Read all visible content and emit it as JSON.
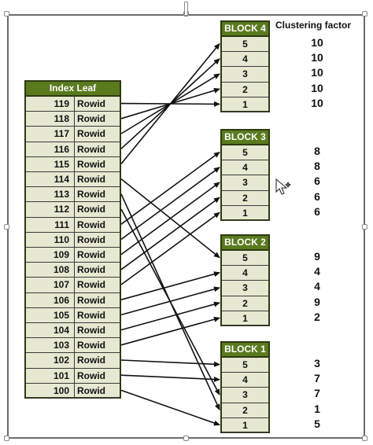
{
  "index_leaf": {
    "title": "Index Leaf",
    "entries": [
      {
        "key": "119",
        "val": "Rowid"
      },
      {
        "key": "118",
        "val": "Rowid"
      },
      {
        "key": "117",
        "val": "Rowid"
      },
      {
        "key": "116",
        "val": "Rowid"
      },
      {
        "key": "115",
        "val": "Rowid"
      },
      {
        "key": "114",
        "val": "Rowid"
      },
      {
        "key": "113",
        "val": "Rowid"
      },
      {
        "key": "112",
        "val": "Rowid"
      },
      {
        "key": "111",
        "val": "Rowid"
      },
      {
        "key": "110",
        "val": "Rowid"
      },
      {
        "key": "109",
        "val": "Rowid"
      },
      {
        "key": "108",
        "val": "Rowid"
      },
      {
        "key": "107",
        "val": "Rowid"
      },
      {
        "key": "106",
        "val": "Rowid"
      },
      {
        "key": "105",
        "val": "Rowid"
      },
      {
        "key": "104",
        "val": "Rowid"
      },
      {
        "key": "103",
        "val": "Rowid"
      },
      {
        "key": "102",
        "val": "Rowid"
      },
      {
        "key": "101",
        "val": "Rowid"
      },
      {
        "key": "100",
        "val": "Rowid"
      }
    ]
  },
  "clustering_factor_title": "Clustering factor",
  "blocks": [
    {
      "title": "BLOCK 4",
      "rows": [
        "5",
        "4",
        "3",
        "2",
        "1"
      ],
      "clustering_factors": [
        "10",
        "10",
        "10",
        "10",
        "10"
      ]
    },
    {
      "title": "BLOCK 3",
      "rows": [
        "5",
        "4",
        "3",
        "2",
        "1"
      ],
      "clustering_factors": [
        "8",
        "8",
        "6",
        "6",
        "6"
      ]
    },
    {
      "title": "BLOCK 2",
      "rows": [
        "5",
        "4",
        "3",
        "2",
        "1"
      ],
      "clustering_factors": [
        "9",
        "4",
        "4",
        "9",
        "2"
      ]
    },
    {
      "title": "BLOCK 1",
      "rows": [
        "5",
        "4",
        "3",
        "2",
        "1"
      ],
      "clustering_factors": [
        "3",
        "7",
        "7",
        "1",
        "5"
      ]
    }
  ],
  "arrows": [
    {
      "from": "119",
      "to_block": "BLOCK 4",
      "to_row": "1"
    },
    {
      "from": "118",
      "to_block": "BLOCK 4",
      "to_row": "2"
    },
    {
      "from": "117",
      "to_block": "BLOCK 4",
      "to_row": "3"
    },
    {
      "from": "116",
      "to_block": "BLOCK 4",
      "to_row": "4"
    },
    {
      "from": "115",
      "to_block": "BLOCK 4",
      "to_row": "5"
    },
    {
      "from": "114",
      "to_block": "BLOCK 2",
      "to_row": "5"
    },
    {
      "from": "113",
      "to_block": "BLOCK 1",
      "to_row": "2"
    },
    {
      "from": "112",
      "to_block": "BLOCK 1",
      "to_row": "3"
    },
    {
      "from": "111",
      "to_block": "BLOCK 3",
      "to_row": "5"
    },
    {
      "from": "110",
      "to_block": "BLOCK 3",
      "to_row": "4"
    },
    {
      "from": "109",
      "to_block": "BLOCK 3",
      "to_row": "3"
    },
    {
      "from": "108",
      "to_block": "BLOCK 3",
      "to_row": "2"
    },
    {
      "from": "107",
      "to_block": "BLOCK 3",
      "to_row": "1"
    },
    {
      "from": "106",
      "to_block": "BLOCK 2",
      "to_row": "4"
    },
    {
      "from": "105",
      "to_block": "BLOCK 2",
      "to_row": "3"
    },
    {
      "from": "104",
      "to_block": "BLOCK 2",
      "to_row": "2"
    },
    {
      "from": "103",
      "to_block": "BLOCK 2",
      "to_row": "1"
    },
    {
      "from": "102",
      "to_block": "BLOCK 1",
      "to_row": "5"
    },
    {
      "from": "101",
      "to_block": "BLOCK 1",
      "to_row": "4"
    },
    {
      "from": "100",
      "to_block": "BLOCK 1",
      "to_row": "1"
    }
  ],
  "cursor_icon": "move-cursor-icon",
  "colors": {
    "header_bg": "#5a7a1e",
    "cell_bg": "#e6e8d2",
    "arrow": "#111111"
  }
}
